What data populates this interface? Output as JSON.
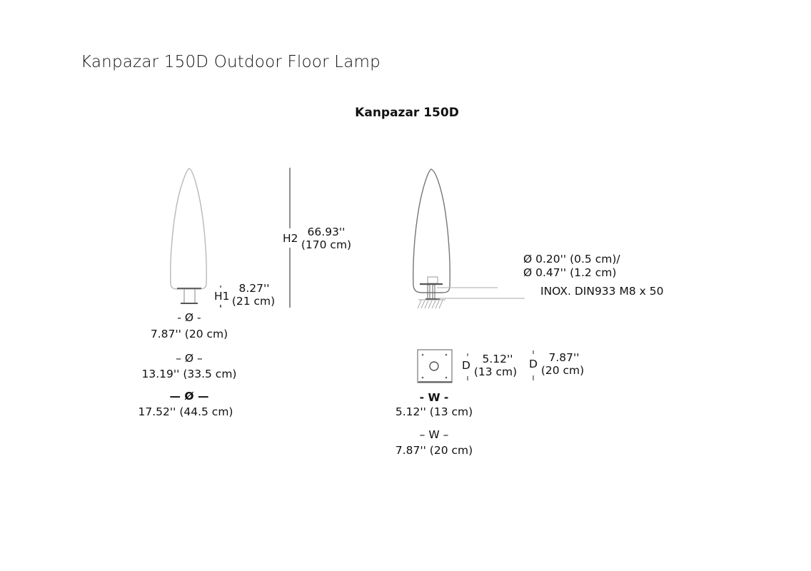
{
  "page": {
    "title": "Kanpazar 150D Outdoor Floor Lamp",
    "subtitle": "Kanpazar 150D"
  },
  "left_view": {
    "h2_label": "H2",
    "h2_in": "66.93''",
    "h2_cm": "(170 cm)",
    "h1_label": "H1",
    "h1_in": "8.27''",
    "h1_cm": "(21 cm)",
    "diameters": [
      {
        "symbol": "- Ø -",
        "value": "7.87'' (20 cm)"
      },
      {
        "symbol": "– Ø –",
        "value": "13.19'' (33.5 cm)"
      },
      {
        "symbol": "— Ø —",
        "value": "17.52'' (44.5 cm)"
      }
    ]
  },
  "right_view": {
    "anchor_line1": "Ø  0.20'' (0.5  cm)/",
    "anchor_line2": "Ø  0.47'' (1.2 cm)",
    "bolt_spec": "INOX. DIN933 M8 x 50",
    "plates": [
      {
        "d_label": "D",
        "d_in": "5.12''",
        "d_cm": "(13 cm)"
      },
      {
        "d_label": "D",
        "d_in": "7.87''",
        "d_cm": "(20 cm)"
      }
    ],
    "widths": [
      {
        "symbol": "- W -",
        "value": "5.12'' (13 cm)"
      },
      {
        "symbol": "– W –",
        "value": "7.87'' (20 cm)"
      }
    ]
  }
}
